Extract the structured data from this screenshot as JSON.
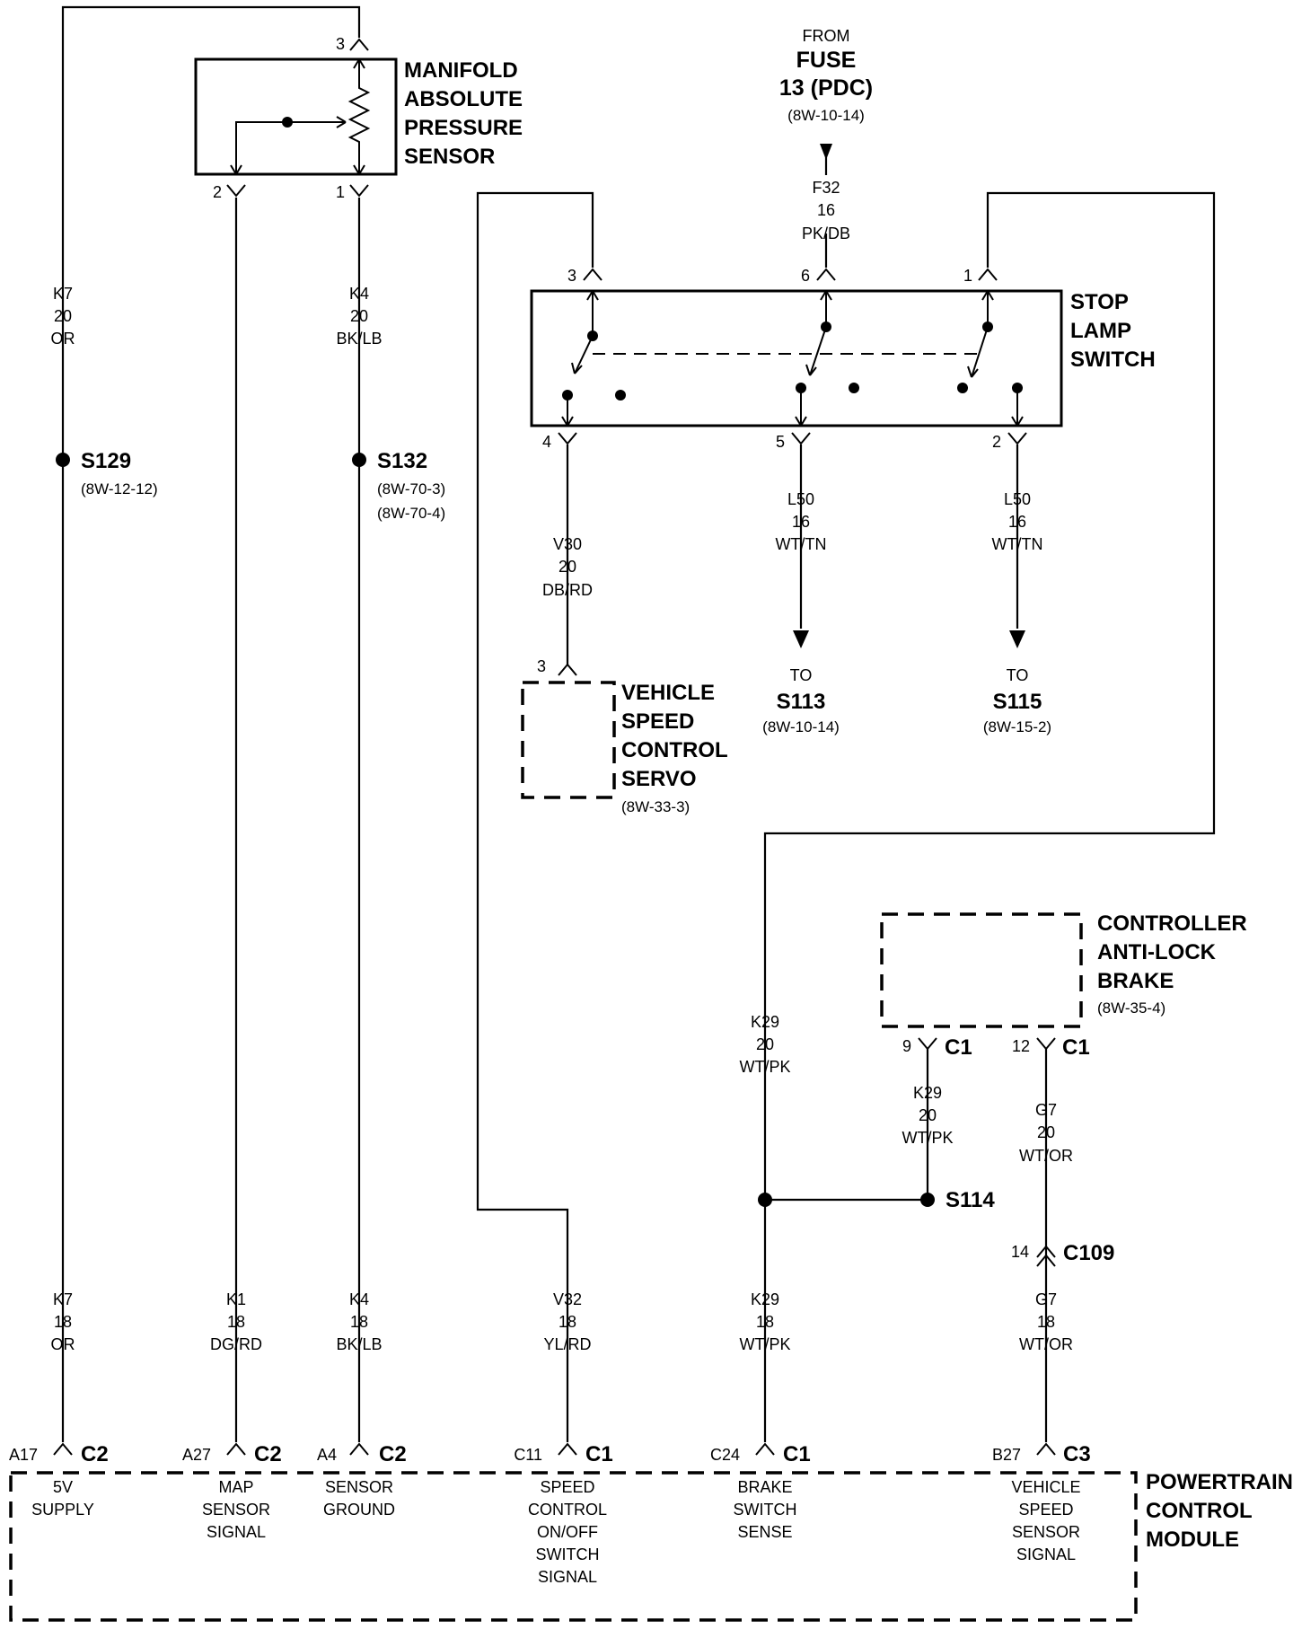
{
  "map_sensor": {
    "title_lines": [
      "MANIFOLD",
      "ABSOLUTE",
      "PRESSURE",
      "SENSOR"
    ],
    "pin_top": "3",
    "pin_left": "2",
    "pin_right": "1"
  },
  "fuse": {
    "from": "FROM",
    "name": "FUSE",
    "num": "13 (PDC)",
    "ref": "(8W-10-14)",
    "wire": [
      "F32",
      "16",
      "PK/DB"
    ]
  },
  "stop_lamp_switch": {
    "title_lines": [
      "STOP",
      "LAMP",
      "SWITCH"
    ],
    "pins": {
      "p3": "3",
      "p6": "6",
      "p1": "1",
      "p4": "4",
      "p5": "5",
      "p2": "2"
    }
  },
  "wires": {
    "k7_upper": [
      "K7",
      "20",
      "OR"
    ],
    "k4_upper": [
      "K4",
      "20",
      "BK/LB"
    ],
    "v30": [
      "V30",
      "20",
      "DB/RD"
    ],
    "l50_left": [
      "L50",
      "16",
      "WT/TN"
    ],
    "l50_right": [
      "L50",
      "16",
      "WT/TN"
    ],
    "k29_left": [
      "K29",
      "20",
      "WT/PK"
    ],
    "k29_right": [
      "K29",
      "20",
      "WT/PK"
    ],
    "g7_upper": [
      "G7",
      "20",
      "WT/OR"
    ],
    "k7_lower": [
      "K7",
      "18",
      "OR"
    ],
    "k1_lower": [
      "K1",
      "18",
      "DG/RD"
    ],
    "k4_lower": [
      "K4",
      "18",
      "BK/LB"
    ],
    "v32_lower": [
      "V32",
      "18",
      "YL/RD"
    ],
    "k29_lower": [
      "K29",
      "18",
      "WT/PK"
    ],
    "g7_lower": [
      "G7",
      "18",
      "WT/OR"
    ]
  },
  "splices": {
    "s129": {
      "name": "S129",
      "refs": [
        "(8W-12-12)"
      ]
    },
    "s132": {
      "name": "S132",
      "refs": [
        "(8W-70-3)",
        "(8W-70-4)"
      ]
    },
    "s114": {
      "name": "S114"
    }
  },
  "to_s113": {
    "to": "TO",
    "name": "S113",
    "ref": "(8W-10-14)"
  },
  "to_s115": {
    "to": "TO",
    "name": "S115",
    "ref": "(8W-15-2)"
  },
  "servo": {
    "pin": "3",
    "title_lines": [
      "VEHICLE",
      "SPEED",
      "CONTROL",
      "SERVO"
    ],
    "ref": "(8W-33-3)"
  },
  "abs": {
    "title_lines": [
      "CONTROLLER",
      "ANTI-LOCK",
      "BRAKE"
    ],
    "ref": "(8W-35-4)",
    "pin9": "9",
    "pin12": "12",
    "conn": "C1"
  },
  "c109": {
    "pin": "14",
    "name": "C109"
  },
  "pcm": {
    "title_lines": [
      "POWERTRAIN",
      "CONTROL",
      "MODULE"
    ],
    "pins": [
      {
        "pin": "A17",
        "conn": "C2",
        "label": [
          "5V",
          "SUPPLY"
        ]
      },
      {
        "pin": "A27",
        "conn": "C2",
        "label": [
          "MAP",
          "SENSOR",
          "SIGNAL"
        ]
      },
      {
        "pin": "A4",
        "conn": "C2",
        "label": [
          "SENSOR",
          "GROUND"
        ]
      },
      {
        "pin": "C11",
        "conn": "C1",
        "label": [
          "SPEED",
          "CONTROL",
          "ON/OFF",
          "SWITCH",
          "SIGNAL"
        ]
      },
      {
        "pin": "C24",
        "conn": "C1",
        "label": [
          "BRAKE",
          "SWITCH",
          "SENSE"
        ]
      },
      {
        "pin": "B27",
        "conn": "C3",
        "label": [
          "VEHICLE",
          "SPEED",
          "SENSOR",
          "SIGNAL"
        ]
      }
    ]
  }
}
